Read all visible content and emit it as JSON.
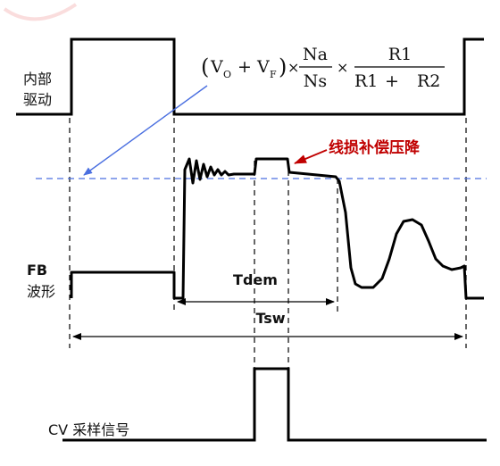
{
  "labels": {
    "internal_drive_line1": "内部",
    "internal_drive_line2": "驱动",
    "fb_line1": "FB",
    "fb_line2": "波形",
    "cv_sampling": "CV 采样信号",
    "line_loss_compensation": "线损补偿压降",
    "tdem": "Tdem",
    "tsw": "Tsw"
  },
  "formula": {
    "open_paren": "(",
    "vo": "V",
    "vo_sub": "O",
    "plus1": "+",
    "vf": "V",
    "vf_sub": "F",
    "close_paren": ")",
    "times1": "×",
    "na": "Na",
    "ns": "Ns",
    "times2": "×",
    "r1_num": "R1",
    "r1_den": "R1",
    "plus2": "+",
    "r2_den": "R2"
  },
  "colors": {
    "signal": "#000000",
    "threshold_line": "#4a6fe0",
    "pointer_arrow": "#4a6fe0",
    "callout_arrow": "#c00000",
    "callout_text": "#c00000",
    "dashed_guides": "#000000"
  }
}
